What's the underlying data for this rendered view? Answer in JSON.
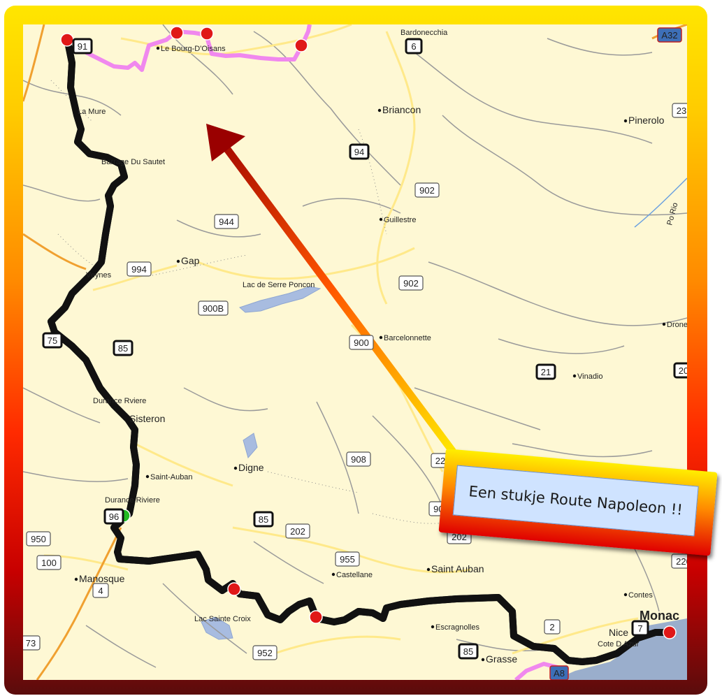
{
  "map": {
    "places": [
      {
        "id": "bardonecchia",
        "name": "Bardonecchia",
        "size": 11
      },
      {
        "id": "le-bourg-doisans",
        "name": "Le Bourg-D'Oisans",
        "size": 11
      },
      {
        "id": "la-mure",
        "name": "La Mure",
        "size": 11
      },
      {
        "id": "briancon",
        "name": "Briancon",
        "size": 14
      },
      {
        "id": "pinerolo",
        "name": "Pinerolo",
        "size": 14
      },
      {
        "id": "barrage-du-sautet",
        "name": "Barrage Du Sautet",
        "size": 11
      },
      {
        "id": "guillestre",
        "name": "Guillestre",
        "size": 11
      },
      {
        "id": "gap",
        "name": "Gap",
        "size": 14
      },
      {
        "id": "veynes",
        "name": "Veynes",
        "size": 11
      },
      {
        "id": "lac-de-serre-poncon",
        "name": "Lac de Serre Poncon",
        "size": 11
      },
      {
        "id": "barcelonnette",
        "name": "Barcelonnette",
        "size": 11
      },
      {
        "id": "dronero",
        "name": "Drone",
        "size": 11
      },
      {
        "id": "vinadio",
        "name": "Vinadio",
        "size": 11
      },
      {
        "id": "durance-riviere",
        "name": "Durance Rviere",
        "size": 11
      },
      {
        "id": "sisteron",
        "name": "Sisteron",
        "size": 14
      },
      {
        "id": "saint-auban",
        "name": "Saint-Auban",
        "size": 11
      },
      {
        "id": "digne",
        "name": "Digne",
        "size": 14
      },
      {
        "id": "durance-riviere-2",
        "name": "Durance Riviere",
        "size": 11
      },
      {
        "id": "manosque",
        "name": "Manosque",
        "size": 14
      },
      {
        "id": "castellane",
        "name": "Castellane",
        "size": 11
      },
      {
        "id": "saint-auban-2",
        "name": "Saint Auban",
        "size": 14
      },
      {
        "id": "contes",
        "name": "Contes",
        "size": 11
      },
      {
        "id": "monaco",
        "name": "Monac",
        "size": 18
      },
      {
        "id": "lac-sainte-croix",
        "name": "Lac Sainte Croix",
        "size": 11
      },
      {
        "id": "escragnolles",
        "name": "Escragnolles",
        "size": 11
      },
      {
        "id": "nice",
        "name": "Nice",
        "size": 14
      },
      {
        "id": "cote-d-azur",
        "name": "Cote D Azur",
        "size": 11
      },
      {
        "id": "grasse",
        "name": "Grasse",
        "size": 14
      },
      {
        "id": "po-river",
        "name": "Po Rio",
        "size": 11
      }
    ],
    "road_badges": [
      {
        "id": "r91",
        "label": "91",
        "style": "black"
      },
      {
        "id": "r6",
        "label": "6",
        "style": "black"
      },
      {
        "id": "ra32",
        "label": "A32",
        "style": "blue"
      },
      {
        "id": "r23",
        "label": "23",
        "style": "white"
      },
      {
        "id": "r94",
        "label": "94",
        "style": "black"
      },
      {
        "id": "r902a",
        "label": "902",
        "style": "white"
      },
      {
        "id": "r944",
        "label": "944",
        "style": "white"
      },
      {
        "id": "r994",
        "label": "994",
        "style": "white"
      },
      {
        "id": "r902b",
        "label": "902",
        "style": "white"
      },
      {
        "id": "r900b",
        "label": "900B",
        "style": "white"
      },
      {
        "id": "r75",
        "label": "75",
        "style": "black"
      },
      {
        "id": "r85a",
        "label": "85",
        "style": "black"
      },
      {
        "id": "r900",
        "label": "900",
        "style": "white"
      },
      {
        "id": "r21",
        "label": "21",
        "style": "black"
      },
      {
        "id": "r20",
        "label": "20",
        "style": "black"
      },
      {
        "id": "r908",
        "label": "908",
        "style": "white"
      },
      {
        "id": "r22",
        "label": "22",
        "style": "white"
      },
      {
        "id": "r96",
        "label": "96",
        "style": "black"
      },
      {
        "id": "r85b",
        "label": "85",
        "style": "black"
      },
      {
        "id": "r202a",
        "label": "202",
        "style": "white"
      },
      {
        "id": "r902c",
        "label": "902",
        "style": "white"
      },
      {
        "id": "r202b",
        "label": "202",
        "style": "white"
      },
      {
        "id": "r950",
        "label": "950",
        "style": "white"
      },
      {
        "id": "r100",
        "label": "100",
        "style": "white"
      },
      {
        "id": "r955",
        "label": "955",
        "style": "white"
      },
      {
        "id": "r220",
        "label": "220",
        "style": "white"
      },
      {
        "id": "r4",
        "label": "4",
        "style": "white"
      },
      {
        "id": "r2",
        "label": "2",
        "style": "white"
      },
      {
        "id": "r73",
        "label": "73",
        "style": "white"
      },
      {
        "id": "r952",
        "label": "952",
        "style": "white"
      },
      {
        "id": "r85c",
        "label": "85",
        "style": "black"
      },
      {
        "id": "r7",
        "label": "7",
        "style": "black"
      },
      {
        "id": "ra8",
        "label": "A8",
        "style": "blue"
      }
    ],
    "colors": {
      "route": "#ee11ee",
      "route_outline": "#111111",
      "secondary_route": "#f088ee",
      "waypoint": "#e01818",
      "start": "#22bb22",
      "water": "#a8bce0",
      "sea": "#9aaecc",
      "map_bg": "#fef8d4",
      "arrow": "#9a0000"
    }
  },
  "callout": {
    "text": "Een stukje Route Napoleon !!"
  }
}
